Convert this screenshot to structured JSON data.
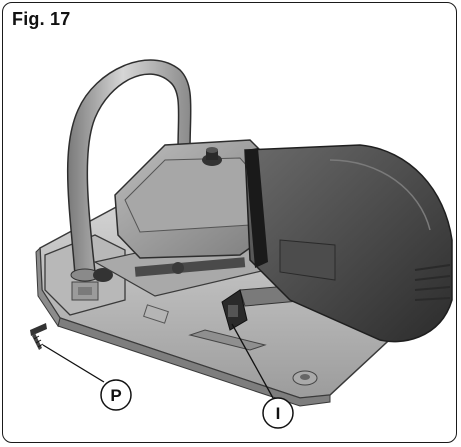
{
  "figure": {
    "title": "Fig. 17"
  },
  "callouts": {
    "screw_label": "P",
    "lever_label": "I"
  },
  "colors": {
    "frame": "#1a1a1a",
    "metal_light": "#c9c9c9",
    "metal_mid": "#9a9a9a",
    "metal_dark": "#5e5e5e",
    "motor_dark": "#3b3b3b",
    "motor_mid": "#575757"
  }
}
